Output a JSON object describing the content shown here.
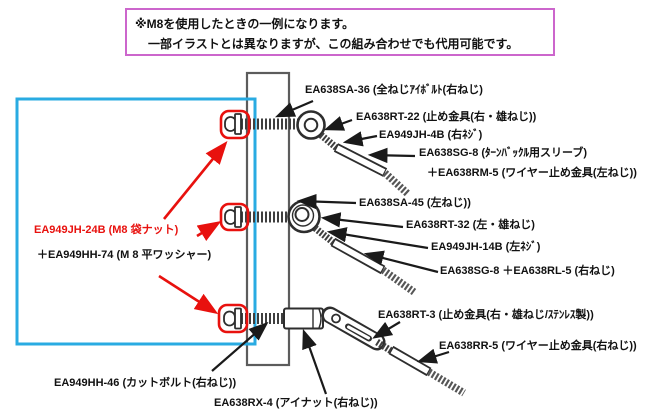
{
  "notice": {
    "line1": "※M8を使用したときの一例になります。",
    "line2": "一部イラストとは異なりますが、この組み合わせでも代用可能です。"
  },
  "labels": {
    "sa36": "EA638SA-36 (全ねじｱｲﾎﾞﾙﾄ(右ねじ)",
    "rt22": "EA638RT-22 (止め金具(右・雄ねじ))",
    "jh4b": "EA949JH-4B (右ﾈｼﾞ)",
    "sg8a": "EA638SG-8 (ﾀｰﾝﾊﾞｯｸﾙ用スリーブ)",
    "rm5": "＋EA638RM-5 (ワイヤー止め金具(左ねじ))",
    "sa45": "EA638SA-45 (左ねじ))",
    "rt32": "EA638RT-32 (左・雄ねじ)",
    "jh14b": "EA949JH-14B (左ﾈｼﾞ)",
    "sg8b": "EA638SG-8 ＋EA638RL-5 (右ねじ)",
    "rt3": "EA638RT-3 (止め金具(右・雄ねじ/ｽﾃﾝﾚｽ製))",
    "rr5": "EA638RR-5 (ワイヤー止め金具(右ねじ))",
    "jh24b": "EA949JH-24B (M8 袋ナット)",
    "hh74": "＋EA949HH-74 (M 8 平ワッシャー)",
    "hh46": "EA949HH-46 (カットボルト(右ねじ))",
    "rx4": "EA638RX-4 (アイナット(右ねじ))"
  },
  "colors": {
    "notice_border": "#cc66cc",
    "highlight_box_blue": "#29abe2",
    "accent_red": "#e8110e",
    "line_black": "#1a1a1a"
  }
}
